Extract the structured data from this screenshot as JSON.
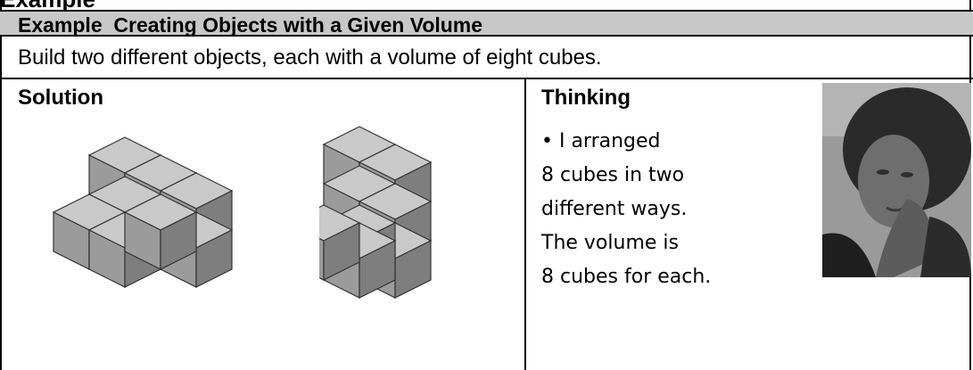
{
  "section_heading_fragment": "Example",
  "title": {
    "label": "Example",
    "text": "Creating Objects with a Given Volume"
  },
  "task": "Build two different objects, each with a volume of eight cubes.",
  "solution": {
    "heading": "Solution"
  },
  "thinking": {
    "heading": "Thinking",
    "lines": [
      "• I arranged",
      "8 cubes in two",
      "different ways.",
      "The volume is",
      "8 cubes for each."
    ]
  },
  "colors": {
    "title_background": "#c8c8c8",
    "cube_top": "#c9c9c9",
    "cube_left": "#9b9b9b",
    "cube_right": "#7e7e7e"
  },
  "figures": [
    {
      "description_icon": "cube-arrangement-icon"
    },
    {
      "description_icon": "cube-tower-icon"
    }
  ],
  "photo": {
    "description_icon": "thinking-girl-photo"
  }
}
